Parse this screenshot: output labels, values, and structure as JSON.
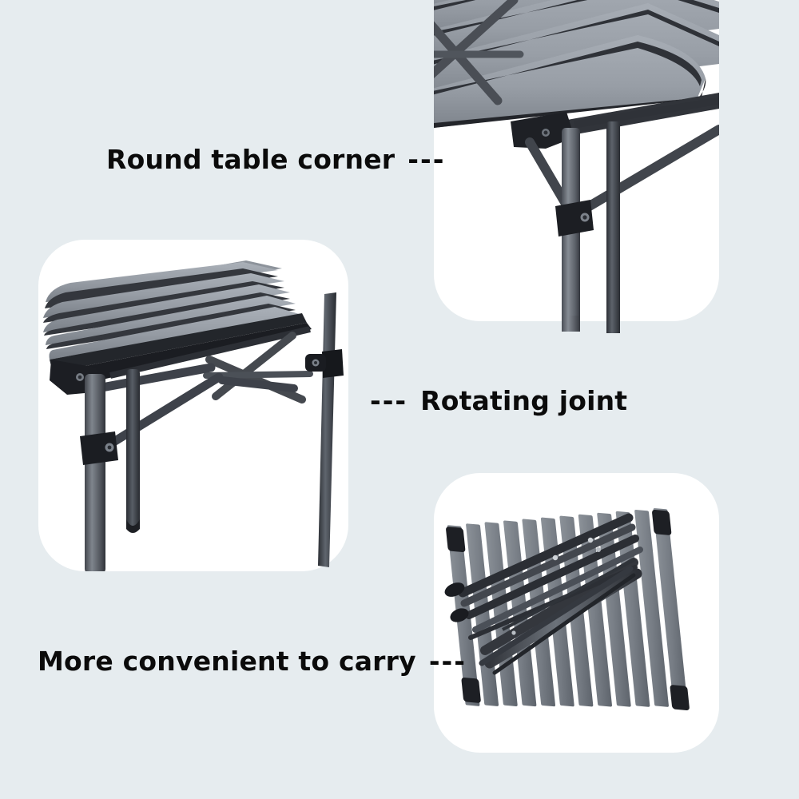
{
  "page": {
    "type": "product-feature-infographic",
    "subject": "Portable aluminium roll-up folding camping table",
    "background_color": "#e6ecef",
    "card_color": "#ffffff",
    "text_color": "#0b0b0b",
    "metal_light": "#9aa0a8",
    "metal_mid": "#6f747c",
    "metal_dark": "#3b3e45",
    "metal_black": "#24262b"
  },
  "captions": {
    "round_corner": {
      "text": "Round table corner",
      "dashes": "---",
      "dash_position": "after"
    },
    "rotating_joint": {
      "text": "Rotating joint",
      "dashes": "---",
      "dash_position": "before"
    },
    "convenient_carry": {
      "text": "More convenient to carry",
      "dashes": "---",
      "dash_position": "after"
    }
  },
  "panels": [
    {
      "id": "top-right",
      "name": "round-table-corner-photo",
      "caption_ref": "round_corner",
      "description": "Close-up of the slatted aluminium table top corner with rounded edge, cross brace and two legs"
    },
    {
      "id": "left-middle",
      "name": "table-frame-photo",
      "caption_ref": "rotating_joint",
      "description": "Three-quarter view of the assembled folding table showing legs, X cross brace and the rotating joint clamp on the right leg"
    },
    {
      "id": "bottom-right",
      "name": "folded-table-photo",
      "caption_ref": "convenient_carry",
      "description": "Top view of the table folded flat: roll-up slat top with collapsed tubular leg frame laid on it"
    }
  ]
}
